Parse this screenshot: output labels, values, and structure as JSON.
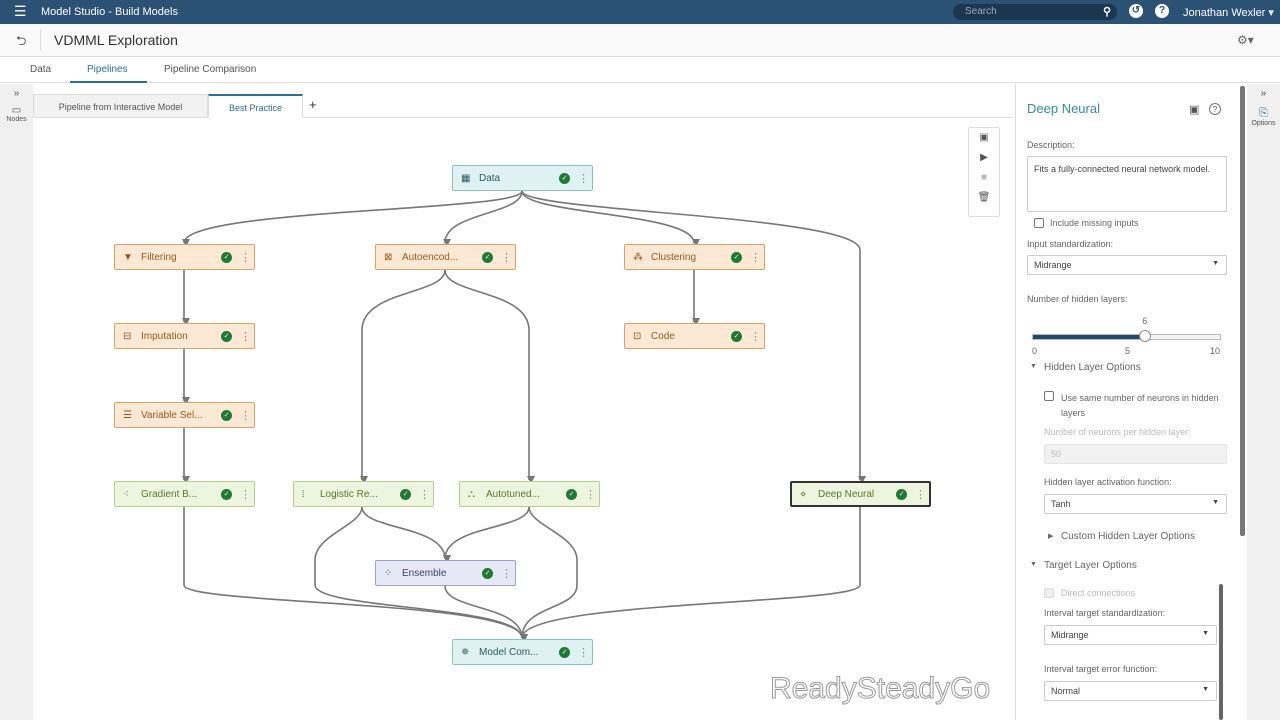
{
  "topbar": {
    "app_title": "Model Studio - Build Models",
    "search_placeholder": "Search",
    "user": "Jonathan Wexler ▾"
  },
  "project": {
    "title": "VDMML Exploration"
  },
  "tabs": [
    {
      "label": "Data"
    },
    {
      "label": "Pipelines"
    },
    {
      "label": "Pipeline Comparison"
    }
  ],
  "left_rail": {
    "label": "Nodes"
  },
  "pipeline_tabs": [
    {
      "label": "Pipeline from Interactive Model"
    },
    {
      "label": "Best Practice"
    }
  ],
  "nodes": {
    "data": {
      "label": "Data"
    },
    "filtering": {
      "label": "Filtering"
    },
    "autoencoder": {
      "label": "Autoencod..."
    },
    "clustering": {
      "label": "Clustering"
    },
    "imputation": {
      "label": "Imputation"
    },
    "code": {
      "label": "Code"
    },
    "variable_selection": {
      "label": "Variable Sel..."
    },
    "gradient_boosting": {
      "label": "Gradient B..."
    },
    "logistic": {
      "label": "Logistic Re..."
    },
    "autotuned": {
      "label": "Autotuned..."
    },
    "deep_neural": {
      "label": "Deep Neural"
    },
    "ensemble": {
      "label": "Ensemble"
    },
    "model_comparison": {
      "label": "Model Com..."
    }
  },
  "panel": {
    "title": "Deep Neural",
    "description_label": "Description:",
    "description": "Fits a fully-connected neural network model.",
    "include_missing": "Include missing inputs",
    "input_std_label": "Input standardization:",
    "input_std": "Midrange",
    "hidden_layers_label": "Number of hidden layers:",
    "hidden_layers": {
      "value": "6",
      "min": "0",
      "mid": "5",
      "max": "10",
      "fraction": 0.6
    },
    "hidden_layer_options": "Hidden Layer Options",
    "same_neurons": "Use same number of neurons in hidden layers",
    "neurons_label": "Number of neurons per hidden layer:",
    "neurons": "50",
    "activation_label": "Hidden layer activation function:",
    "activation": "Tanh",
    "custom_hidden": "Custom Hidden Layer Options",
    "target_layer_options": "Target Layer Options",
    "direct_connections": "Direct connections",
    "interval_std_label": "Interval target standardization:",
    "interval_std": "Midrange",
    "interval_error_label": "Interval target error function:",
    "interval_error": "Normal"
  },
  "right_rail": {
    "label": "Options"
  },
  "watermark": "ReadySteadyGo"
}
